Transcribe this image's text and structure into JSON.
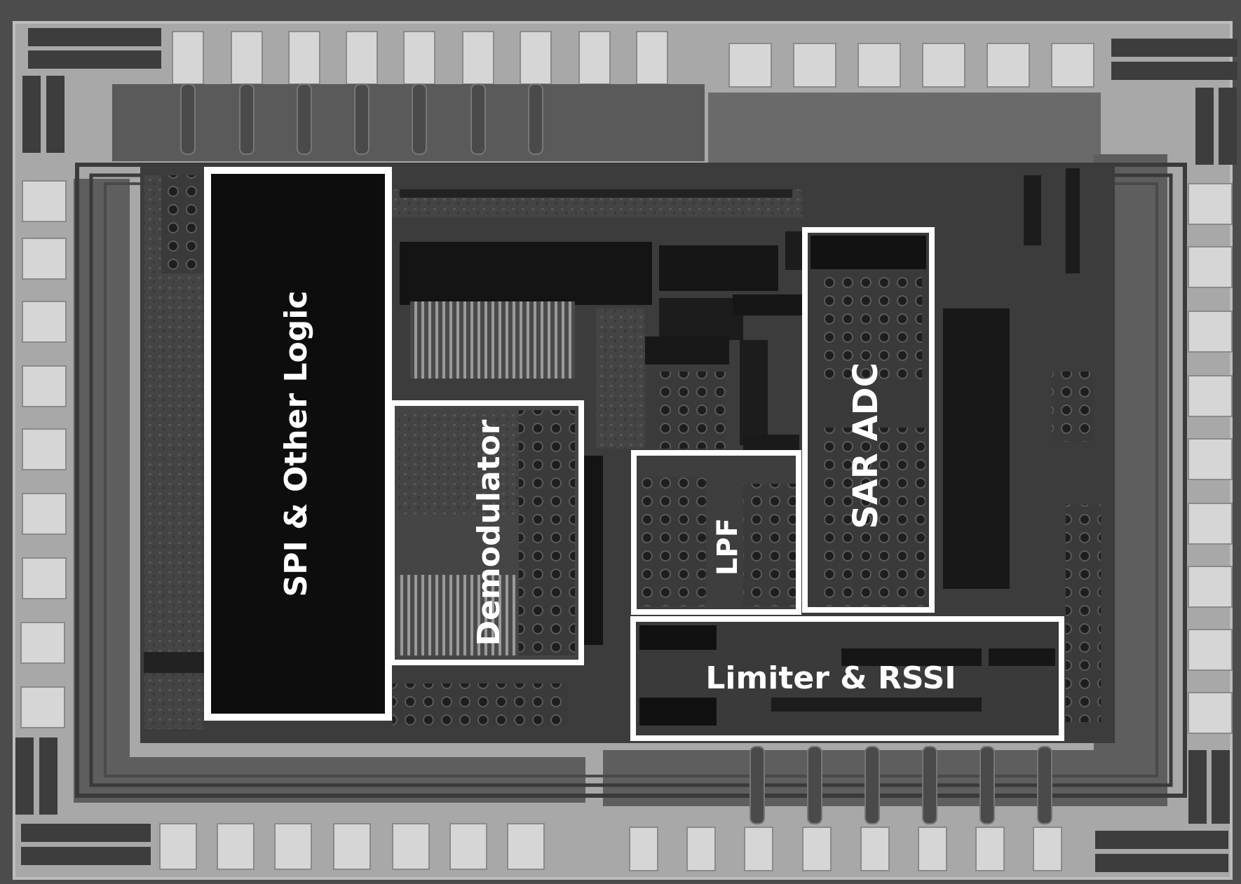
{
  "blocks": {
    "spi_logic": {
      "label": "SPI & Other Logic"
    },
    "demodulator": {
      "label": "Demodulator"
    },
    "lpf": {
      "label": "LPF"
    },
    "sar_adc": {
      "label": "SAR ADC"
    },
    "limiter_rssi": {
      "label": "Limiter & RSSI"
    }
  },
  "colors": {
    "outline": "#ffffff",
    "label": "#ffffff",
    "pad": "#cfcfcf",
    "substrate": "#2b2b2b"
  }
}
